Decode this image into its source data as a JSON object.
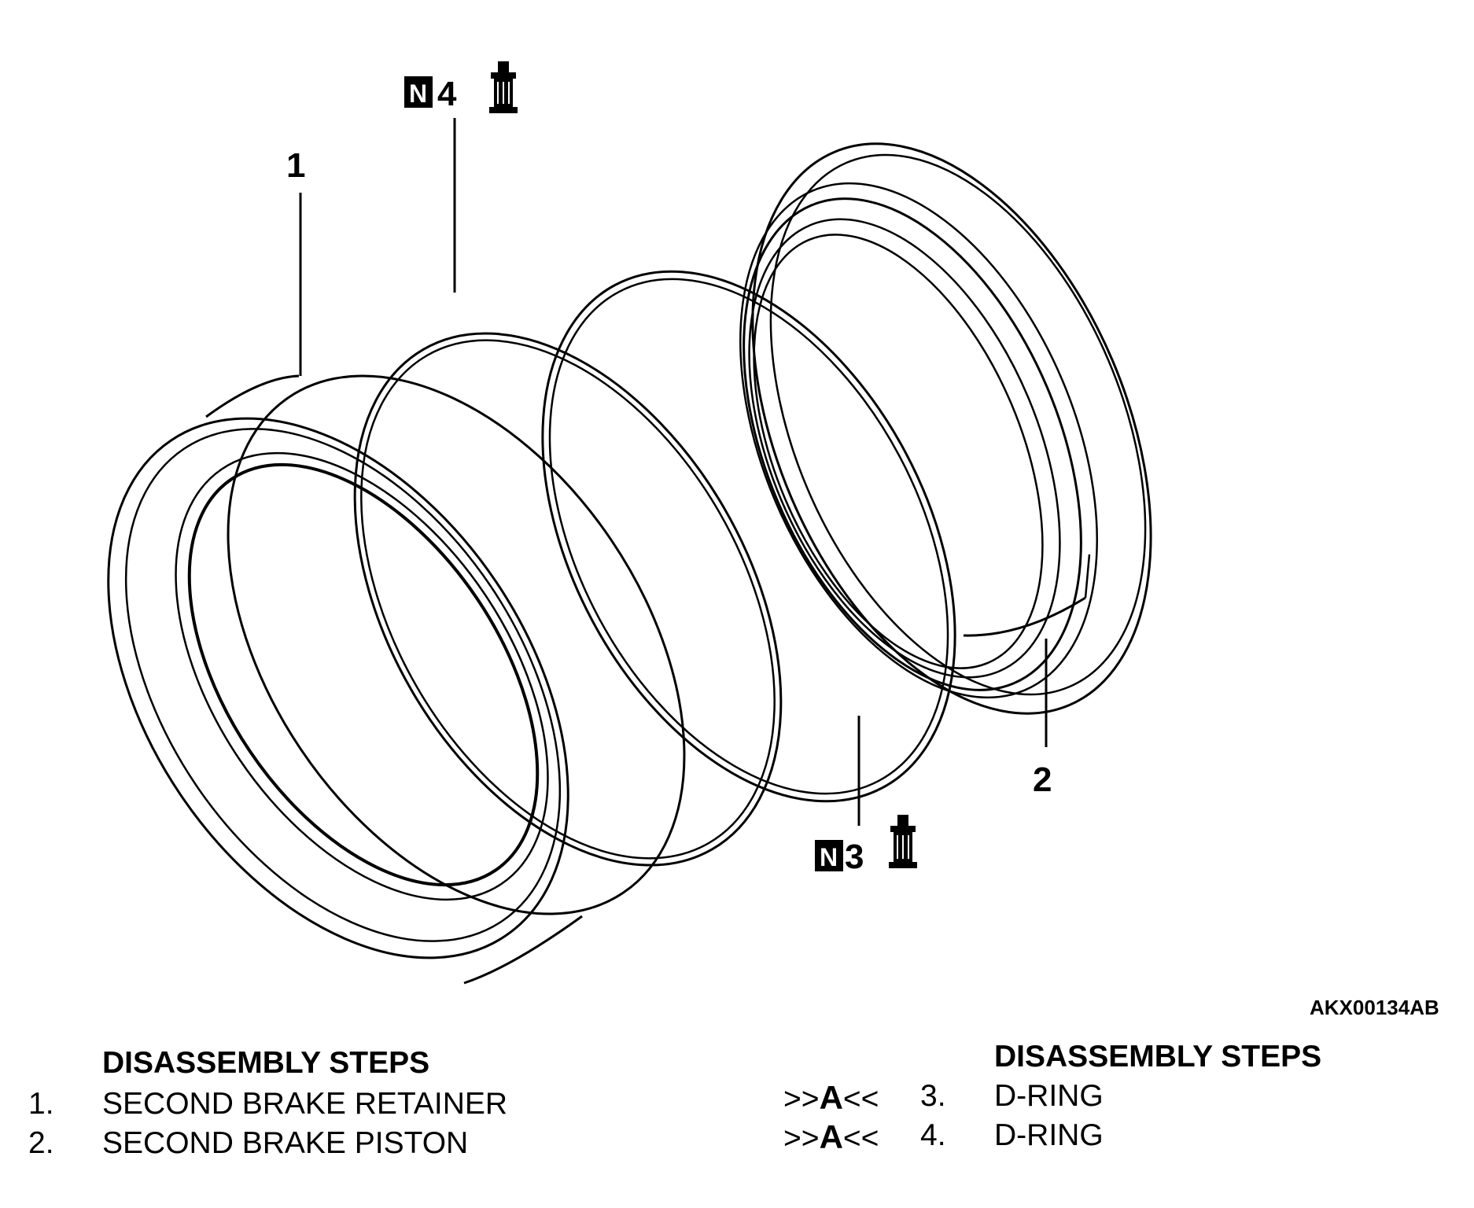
{
  "diagram": {
    "callouts": [
      {
        "id": "1",
        "label": "1"
      },
      {
        "id": "2",
        "label": "2"
      },
      {
        "id": "3",
        "label": "3",
        "badge": "N"
      },
      {
        "id": "4",
        "label": "4",
        "badge": "N"
      }
    ],
    "icons": [
      "grease-tube-icon",
      "n-box-icon"
    ],
    "figure_code": "AKX00134AB"
  },
  "steps_left": {
    "header": "DISASSEMBLY STEPS",
    "items": [
      {
        "num": "1.",
        "text": "SECOND BRAKE RETAINER"
      },
      {
        "num": "2.",
        "text": "SECOND BRAKE PISTON"
      }
    ]
  },
  "steps_right": {
    "header": "DISASSEMBLY STEPS",
    "items": [
      {
        "ref_prefix": ">>",
        "ref_letter": "A",
        "ref_suffix": "<<",
        "num": "3.",
        "text": "D-RING"
      },
      {
        "ref_prefix": ">>",
        "ref_letter": "A",
        "ref_suffix": "<<",
        "num": "4.",
        "text": "D-RING"
      }
    ]
  }
}
